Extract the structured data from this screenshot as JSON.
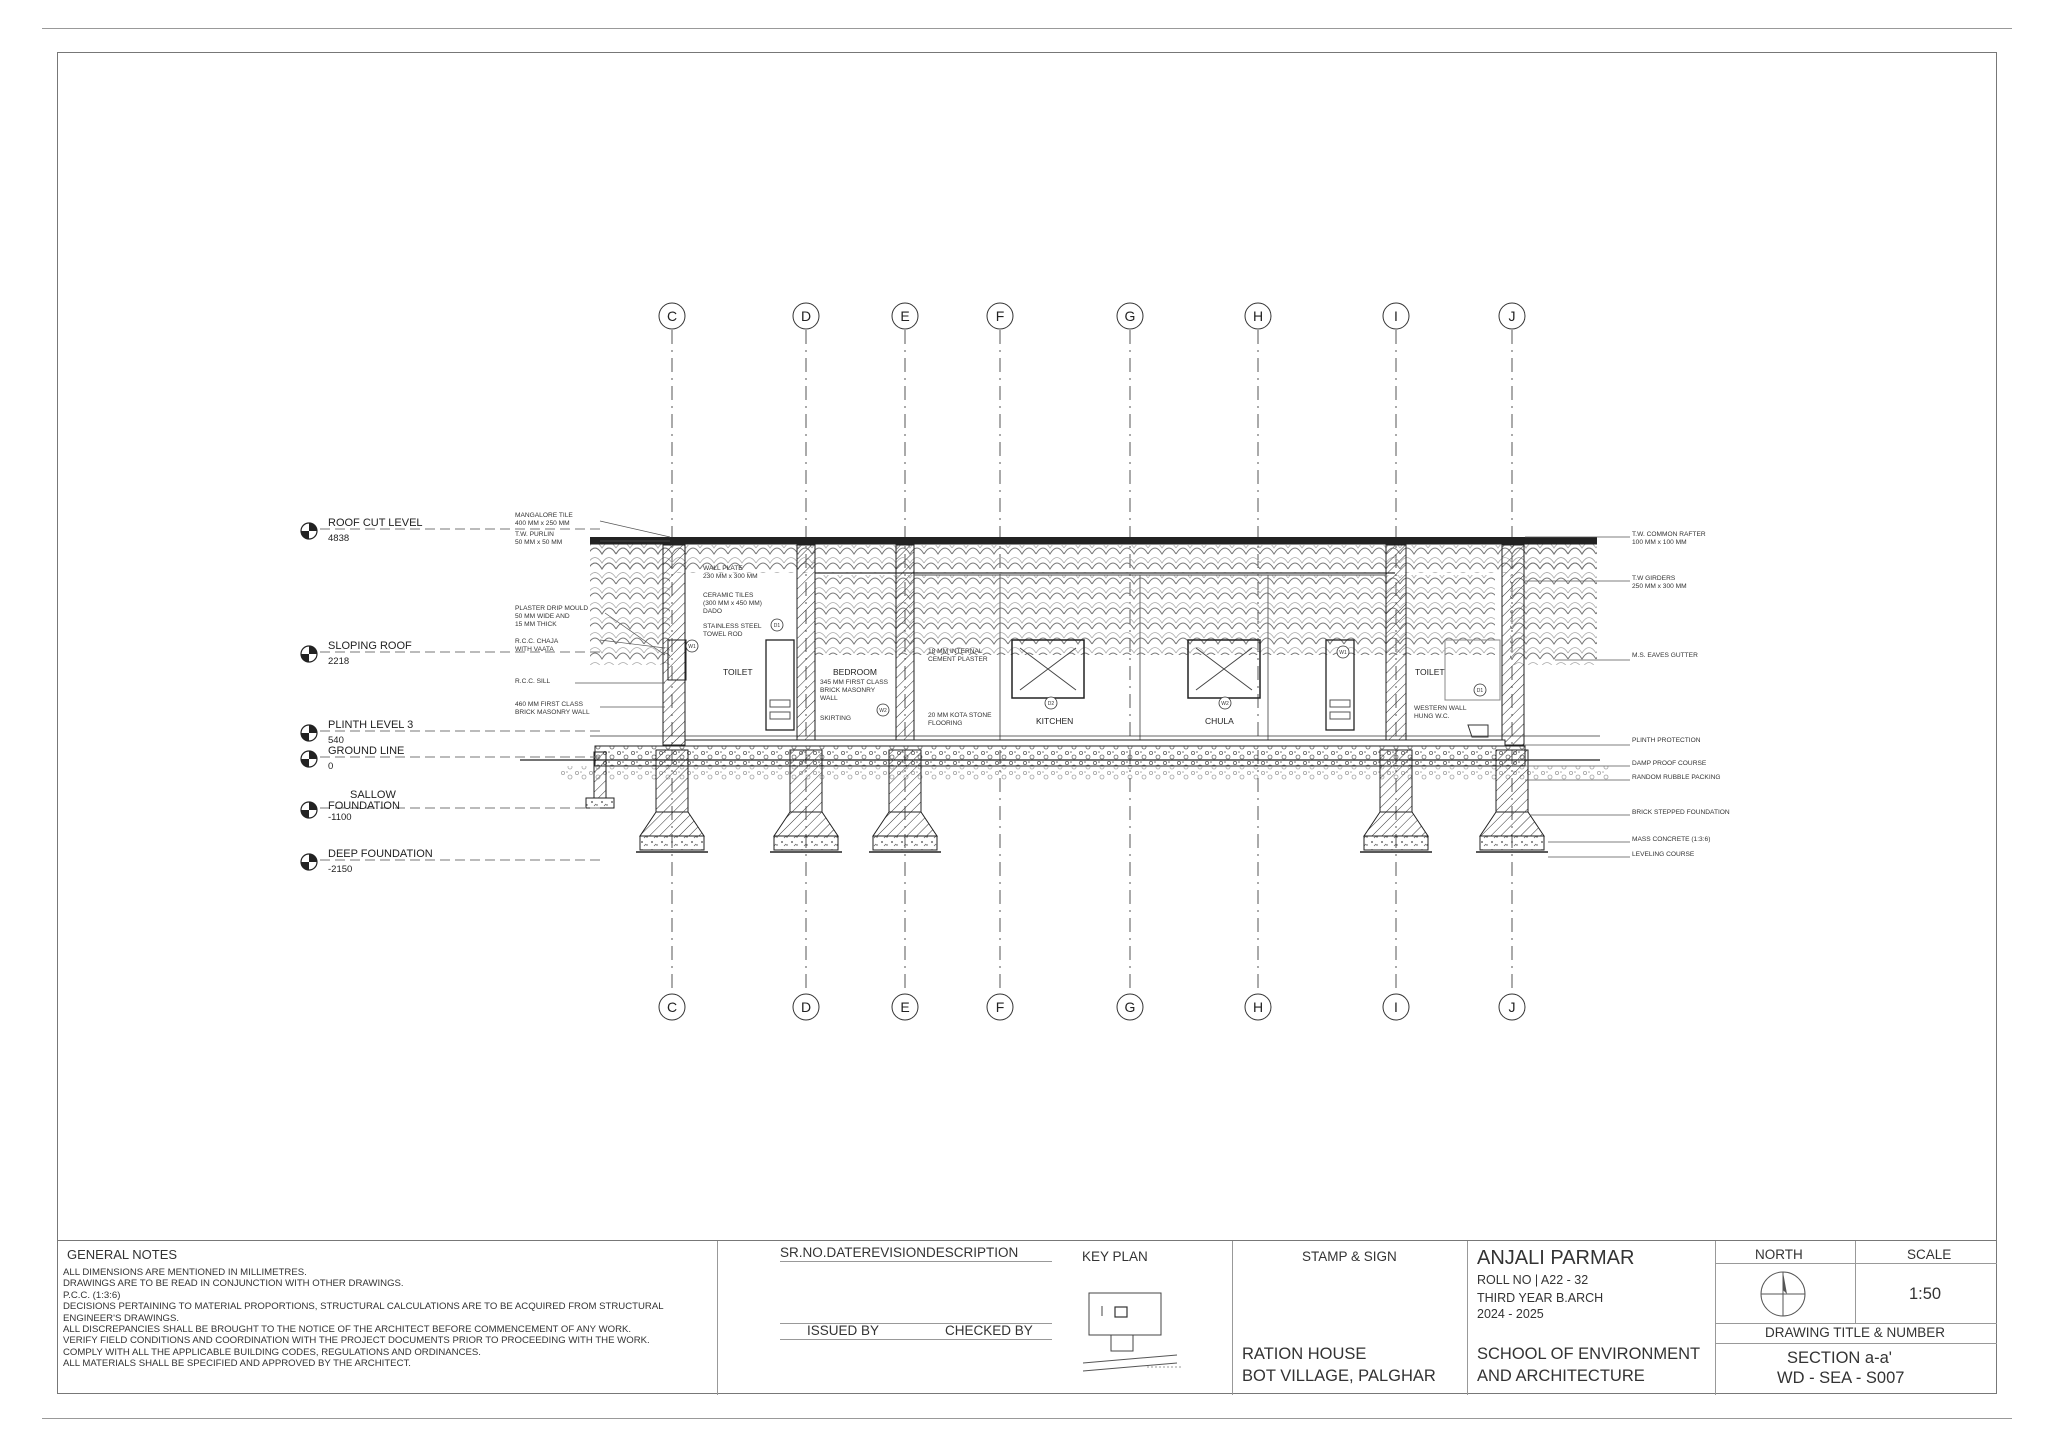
{
  "grid_labels": [
    "C",
    "D",
    "E",
    "F",
    "G",
    "H",
    "I",
    "J"
  ],
  "levels": [
    {
      "name": "ROOF CUT LEVEL",
      "value": "4838"
    },
    {
      "name": "SLOPING ROOF",
      "value": "2218"
    },
    {
      "name": "PLINTH LEVEL 3",
      "value": "540"
    },
    {
      "name": "GROUND LINE",
      "value": "0"
    },
    {
      "name": "SALLOW",
      "name2": "FOUNDATION",
      "value": "-1100"
    },
    {
      "name": "DEEP FOUNDATION",
      "value": "-2150"
    }
  ],
  "left_annotations": [
    {
      "lines": [
        "MANGALORE TILE",
        "400 MM x 250 MM"
      ]
    },
    {
      "lines": [
        "T.W. PURLIN",
        "50 MM x 50 MM"
      ]
    },
    {
      "lines": [
        "PLASTER DRIP MOULD",
        "50 MM WIDE AND",
        "15 MM THICK"
      ]
    },
    {
      "lines": [
        "R.C.C. CHAJA",
        "WITH VAATA"
      ]
    },
    {
      "lines": [
        "R.C.C. SILL"
      ]
    },
    {
      "lines": [
        "460 MM FIRST CLASS",
        "BRICK MASONRY WALL"
      ]
    }
  ],
  "right_annotations": [
    {
      "lines": [
        "T.W. COMMON RAFTER",
        "100 MM x 100 MM"
      ]
    },
    {
      "lines": [
        "T.W GIRDERS",
        "250 MM x 300 MM"
      ]
    },
    {
      "lines": [
        "M.S. EAVES GUTTER"
      ]
    },
    {
      "lines": [
        "PLINTH PROTECTION"
      ]
    },
    {
      "lines": [
        "DAMP PROOF COURSE"
      ]
    },
    {
      "lines": [
        "RANDOM RUBBLE PACKING"
      ]
    },
    {
      "lines": [
        "BRICK STEPPED FOUNDATION"
      ]
    },
    {
      "lines": [
        "MASS CONCRETE (1:3:6)"
      ]
    },
    {
      "lines": [
        "LEVELING COURSE"
      ]
    }
  ],
  "interior_annotations": [
    {
      "lines": [
        "WALL PLATE",
        "230 MM x 300 MM"
      ]
    },
    {
      "lines": [
        "CERAMIC TILES",
        "(300 MM x 450 MM)",
        "DADO"
      ]
    },
    {
      "lines": [
        "STAINLESS STEEL",
        "TOWEL ROD"
      ]
    },
    {
      "lines": [
        "345 MM FIRST CLASS",
        "BRICK MASONRY",
        "WALL"
      ]
    },
    {
      "lines": [
        "SKIRTING"
      ]
    },
    {
      "lines": [
        "18 MM INTERNAL",
        "CEMENT PLASTER"
      ]
    },
    {
      "lines": [
        "20 MM KOTA STONE",
        "FLOORING"
      ]
    },
    {
      "lines": [
        "WESTERN WALL",
        "HUNG W.C."
      ]
    }
  ],
  "rooms": [
    "TOILET",
    "BEDROOM",
    "KITCHEN",
    "CHULA",
    "TOILET"
  ],
  "tags": [
    "D1",
    "W1",
    "W2",
    "D2",
    "W2",
    "W1",
    "D1"
  ],
  "general_notes": {
    "title": "GENERAL NOTES",
    "items": [
      "ALL DIMENSIONS ARE MENTIONED IN MILLIMETRES.",
      "DRAWINGS ARE TO BE READ IN CONJUNCTION WITH OTHER DRAWINGS.",
      "P.C.C. (1:3:6)",
      "DECISIONS PERTAINING TO MATERIAL PROPORTIONS, STRUCTURAL CALCULATIONS ARE TO BE ACQUIRED FROM STRUCTURAL",
      "ENGINEER'S DRAWINGS.",
      "ALL DISCREPANCIES SHALL BE BROUGHT TO THE NOTICE OF THE ARCHITECT BEFORE COMMENCEMENT OF ANY WORK.",
      "VERIFY FIELD CONDITIONS AND COORDINATION WITH THE PROJECT DOCUMENTS PRIOR TO PROCEEDING WITH THE WORK.",
      "COMPLY WITH ALL THE APPLICABLE BUILDING CODES, REGULATIONS AND ORDINANCES.",
      "ALL MATERIALS SHALL BE SPECIFIED AND APPROVED BY THE ARCHITECT."
    ]
  },
  "revision_table": {
    "header": "SR.NO.DATEREVISIONDESCRIPTION",
    "issued_by": "ISSUED BY",
    "checked_by": "CHECKED BY"
  },
  "key_plan": {
    "label": "KEY PLAN"
  },
  "stamp": {
    "label": "STAMP & SIGN",
    "project_line1": "RATION HOUSE",
    "project_line2": "BOT VILLAGE, PALGHAR"
  },
  "student": {
    "name": "ANJALI PARMAR",
    "roll": "ROLL NO | A22 - 32",
    "year": "THIRD YEAR B.ARCH",
    "session": "2024 - 2025",
    "school_line1": "SCHOOL OF ENVIRONMENT",
    "school_line2": "AND ARCHITECTURE"
  },
  "north": {
    "label": "NORTH"
  },
  "scale": {
    "label": "SCALE",
    "value": "1:50"
  },
  "drawing": {
    "label": "DRAWING TITLE & NUMBER",
    "title": "SECTION a-a'",
    "number": "WD - SEA - S007"
  }
}
